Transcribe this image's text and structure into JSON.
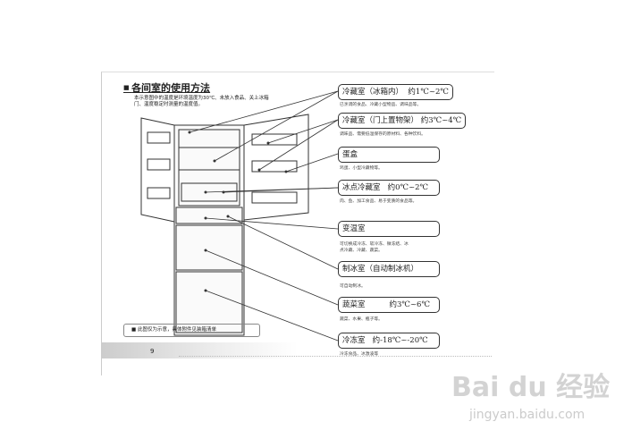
{
  "title": "各间室的使用方法",
  "intro": "本示意图中的温度是环境温度为30℃、未放入食品、关上冰箱门、温度稳定时测量的温度值。",
  "compartments": [
    {
      "label": "冷藏室（冰箱内）  约1℃~2℃",
      "desc": "已烹调的食品、冷藏小型物品、调味品等。"
    },
    {
      "label": "冷藏室（门上置物架） 约3℃~4℃",
      "desc": "调味品、需要低温保存的原材料、各种饮料。"
    },
    {
      "label": "蛋盒",
      "desc": "鸡蛋、小型冷藏物等。"
    },
    {
      "label": "冰点冷藏室   约0℃~2℃",
      "desc": "肉、鱼、加工食品、易于变质的食品等。"
    },
    {
      "label": "变温室",
      "desc": "可切换成冷冻、软冷冻、微冻结、冰点冷藏、冷藏、蔬菜。"
    },
    {
      "label": "制冰室（自动制冰机）",
      "desc": "可自动制冰。"
    },
    {
      "label": "蔬菜室          约3℃~6℃",
      "desc": "蔬菜、水果、瓶子等。"
    },
    {
      "label": "冷冻室   约-18℃~-20℃",
      "desc": "冷冻食品、冰激凌等"
    }
  ],
  "note": "■  此图仅为示意，具体附件见装箱清单",
  "page_number": "9",
  "watermark": "Bai du 经验",
  "watermark_url": "jingyan.baidu.com"
}
